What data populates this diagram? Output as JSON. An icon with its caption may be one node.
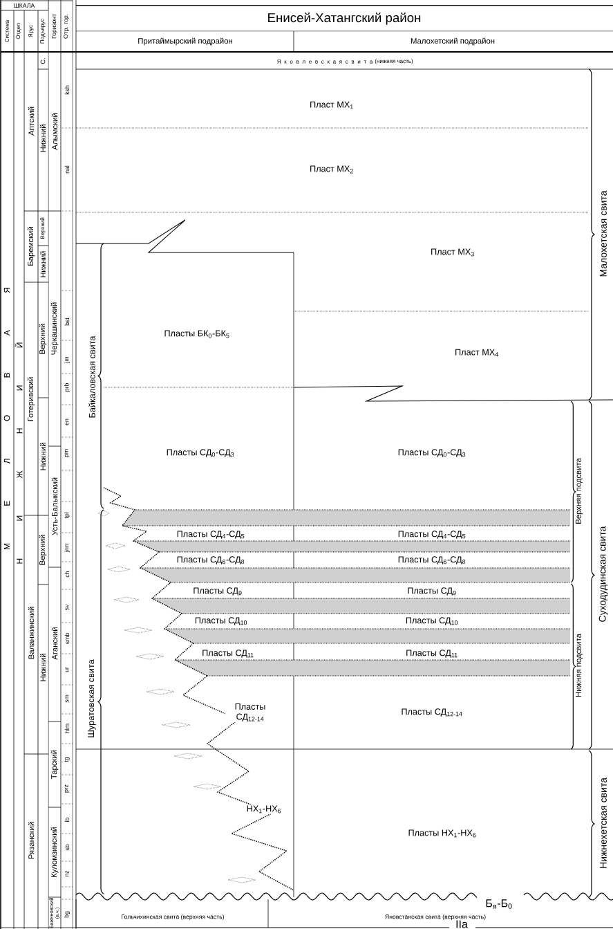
{
  "diagram": {
    "title": "Енисей-Хатангский район",
    "labels": [
      "ШКАЛА",
      "Система",
      "Отдел",
      "Ярус",
      "Подъярус",
      "Горизонт",
      "Отр. гор.",
      "Притаймырский подрайон",
      "Малохетский подрайон",
      "Я к о в л е в с к а я   с в и т а",
      "(нижняя часть)",
      "М Е Л О В А Я",
      "Н И Ж Н И Й",
      "Аптский",
      "Баремский",
      "Готеривский",
      "Валанжинский",
      "Рязанский",
      "С.",
      "Нижний",
      "Верхний",
      "Нижний",
      "Верхний",
      "Нижний",
      "Верхний",
      "Нижний",
      "Алымский",
      "Черкашинский",
      "Усть-Балыкский",
      "Аганский",
      "Тарский",
      "Куломзинский",
      "Баженовский (в.ч.)",
      "ksh",
      "nal",
      "bst",
      "jm",
      "prb",
      "en",
      "pm",
      "tpl",
      "jrm",
      "ch",
      "sv",
      "smb",
      "ur",
      "sm",
      "hlm",
      "tg",
      "prz",
      "lb",
      "sb",
      "nz",
      "bg",
      "Пласт МХ$_{1}$",
      "Пласт МХ$_{2}$",
      "Пласт МХ$_{3}$",
      "Пласты БК$_{0}$-БК$_{5}$",
      "Пласт МХ$_{4}$",
      "Пласты СД$_{0}$-СД$_{3}$",
      "Пласты СД$_{0}$-СД$_{3}$",
      "Пласты СД$_{4}$-СД$_{5}$",
      "Пласты СД$_{4}$-СД$_{5}$",
      "Пласты СД$_{6}$-СД$_{8}$",
      "Пласты СД$_{6}$-СД$_{8}$",
      "Пласты СД$_{9}$",
      "Пласты СД$_{9}$",
      "Пласты СД$_{10}$",
      "Пласты СД$_{10}$",
      "Пласты СД$_{11}$",
      "Пласты СД$_{11}$",
      "Пласты СД$_{12-14}$",
      "Пласты СД$_{12-14}$",
      "НХ$_{1}$-НХ$_{6}$",
      "Пласты НХ$_{1}$-НХ$_{6}$",
      "Байкаловская свита",
      "Шуратовская свита",
      "Верхняя подсвита",
      "Нижняя подсвита",
      "Малохетская свита",
      "Суходудинская свита",
      "Нижнехетская свита",
      "Б$_{я}$-Б$_{0}$",
      "Гольчихинская свита (верхняя часть)",
      "Яновстанская свита (верхняя часть)",
      "IIa"
    ]
  }
}
